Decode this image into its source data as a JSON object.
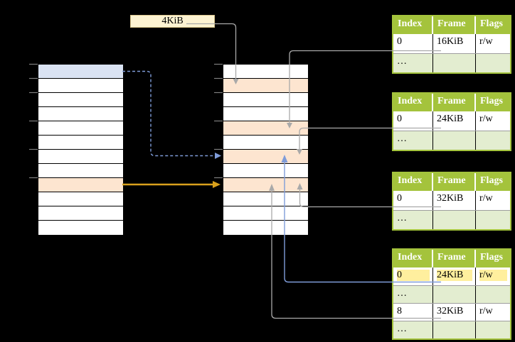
{
  "colors": {
    "background": "#000000",
    "blue_cell": "#dae3f3",
    "orange_cell": "#fde5d0",
    "label_bg": "#fdf3d2",
    "label_border": "#d9c48c",
    "table_green": "#a4c33c",
    "table_row_alt": "#e3edd0",
    "highlight_yellow": "#ffef9e",
    "connector_gray": "#a9a9a9",
    "connector_blue": "#7f9cd9",
    "connector_orange": "#d9a11c",
    "tick_gray": "#7f7f7f"
  },
  "size_label": {
    "text": "4KiB"
  },
  "left_page_table": {
    "rows": [
      "blue",
      "white",
      "white",
      "white",
      "white",
      "white",
      "white",
      "white",
      "orange",
      "white",
      "white",
      "white"
    ]
  },
  "middle_page_table": {
    "rows": [
      "white",
      "orange",
      "white",
      "white",
      "orange",
      "white",
      "orange",
      "white",
      "orange",
      "white",
      "white",
      "white"
    ]
  },
  "frame_tables": [
    {
      "headers": [
        "Index",
        "Frame",
        "Flags"
      ],
      "rows": [
        {
          "cells": [
            "0",
            "16KiB",
            "r/w"
          ],
          "alt": false,
          "highlight": false
        },
        {
          "cells": [
            "…",
            "",
            ""
          ],
          "alt": true,
          "highlight": false
        }
      ]
    },
    {
      "headers": [
        "Index",
        "Frame",
        "Flags"
      ],
      "rows": [
        {
          "cells": [
            "0",
            "24KiB",
            "r/w"
          ],
          "alt": false,
          "highlight": false
        },
        {
          "cells": [
            "…",
            "",
            ""
          ],
          "alt": true,
          "highlight": false
        }
      ]
    },
    {
      "headers": [
        "Index",
        "Frame",
        "Flags"
      ],
      "rows": [
        {
          "cells": [
            "0",
            "32KiB",
            "r/w"
          ],
          "alt": false,
          "highlight": false
        },
        {
          "cells": [
            "…",
            "",
            ""
          ],
          "alt": true,
          "highlight": false
        }
      ]
    },
    {
      "headers": [
        "Index",
        "Frame",
        "Flags"
      ],
      "rows": [
        {
          "cells": [
            "0",
            "24KiB",
            "r/w"
          ],
          "alt": false,
          "highlight": true
        },
        {
          "cells": [
            "…",
            "",
            ""
          ],
          "alt": true,
          "highlight": false
        },
        {
          "cells": [
            "8",
            "32KiB",
            "r/w"
          ],
          "alt": false,
          "highlight": false
        },
        {
          "cells": [
            "…",
            "",
            ""
          ],
          "alt": true,
          "highlight": false
        }
      ]
    }
  ]
}
